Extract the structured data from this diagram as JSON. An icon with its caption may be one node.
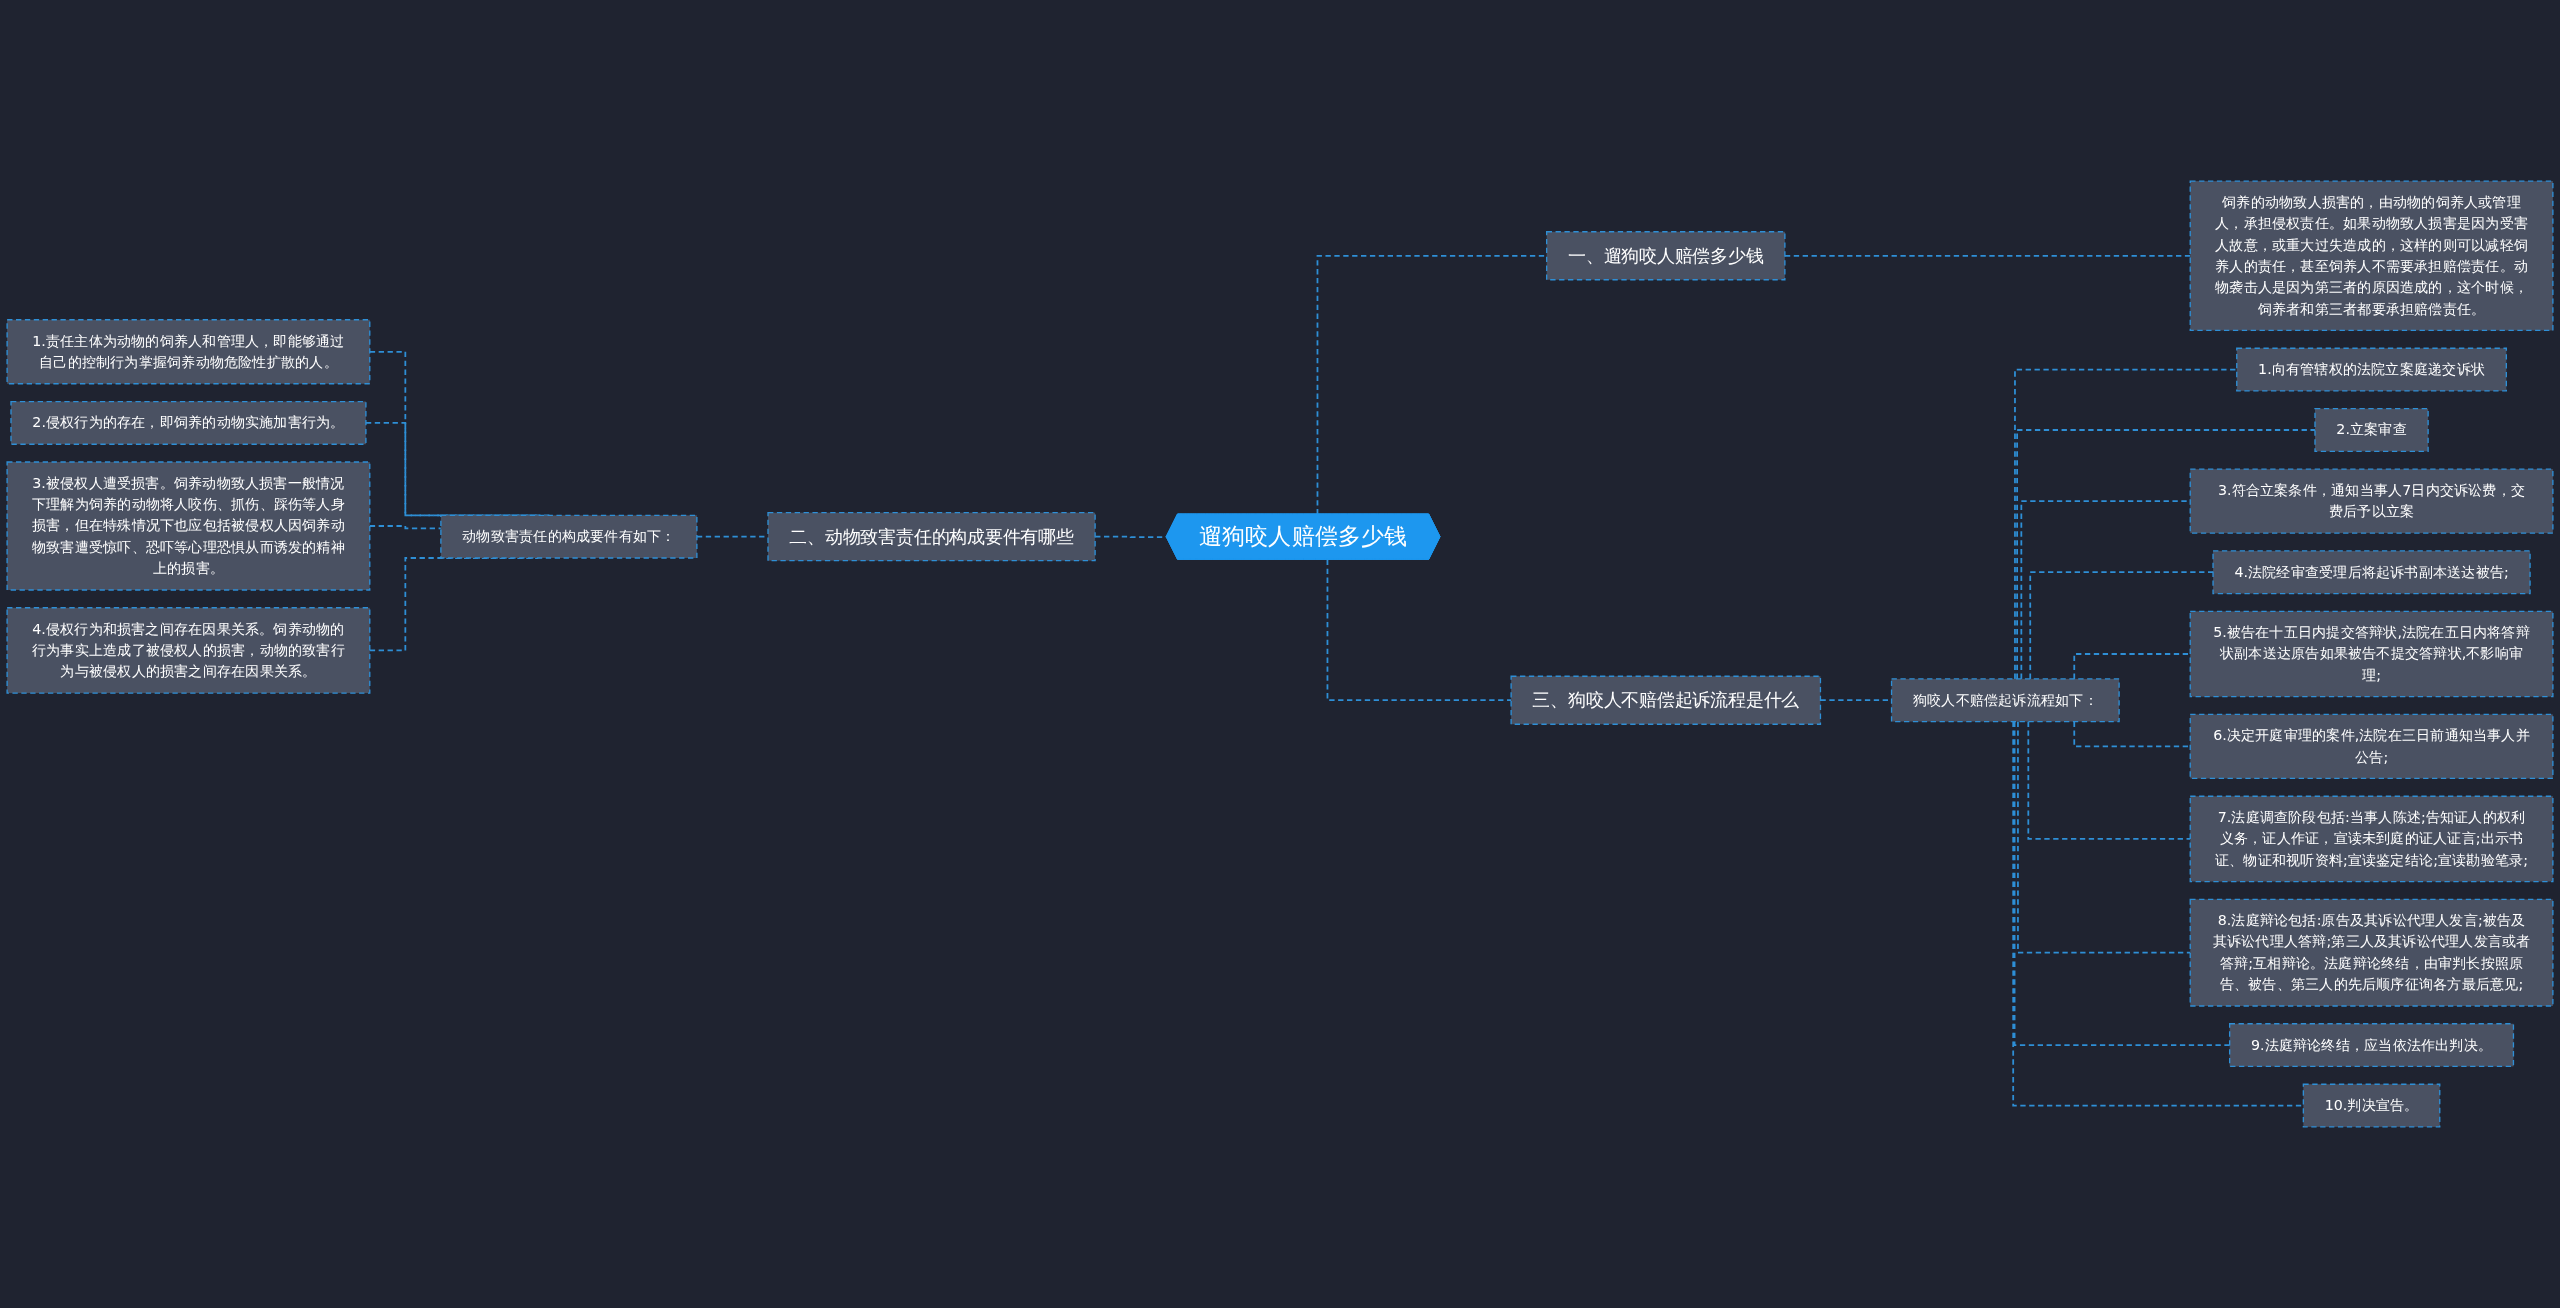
{
  "diagram": {
    "nodes": [
      {
        "text": [
          "遛狗咬人赔偿多少钱"
        ]
      },
      {
        "text": [
          "一、遛狗咬人赔偿多少钱"
        ]
      },
      {
        "text": [
          "饲养的动物致人损害的，由动物的饲养人或管理人，承担侵权责任。如果动物致人损害是因为受害人故意，或重大过失造成的，这样的则可以减轻饲养人的责任，甚至饲养人不需要承担赔偿责任。动物袭击人是因为第三者的原因造成的，这个时候，饲养者和第三者都要承担赔偿责任。"
        ]
      },
      {
        "text": [
          "二、动物致害责任的构成要件有哪些"
        ]
      },
      {
        "text": [
          "动物致害责任的构成要件有如下："
        ]
      },
      {
        "text": [
          "1.责任主体为动物的饲养人和管理人，即能够通过自己的控制行为掌握饲养动物危险性扩散的人。"
        ]
      },
      {
        "text": [
          "2.侵权行为的存在，即饲养的动物实施加害行为。"
        ]
      },
      {
        "text": [
          "3.被侵权人遭受损害。饲养动物致人损害一般情况下理解为饲养的动物将人咬伤、抓伤、踩伤等人身损害，但在特殊情况下也应包括被侵权人因饲养动物致害遭受惊吓、恐吓等心理恐惧从而诱发的精神上的损害。"
        ]
      },
      {
        "text": [
          "4.侵权行为和损害之间存在因果关系。饲养动物的行为事实上造成了被侵权人的损害，动物的致害行为与被侵权人的损害之间存在因果关系。"
        ]
      },
      {
        "text": [
          "三、狗咬人不赔偿起诉流程是什么"
        ]
      },
      {
        "text": [
          "狗咬人不赔偿起诉流程如下："
        ]
      },
      {
        "text": [
          "1.向有管辖权的法院立案庭递交诉状"
        ]
      },
      {
        "text": [
          "2.立案审查"
        ]
      },
      {
        "text": [
          "3.符合立案条件，通知当事人7日内交诉讼费，交费后予以立案"
        ]
      },
      {
        "text": [
          "4.法院经审查受理后将起诉书副本送达被告;"
        ]
      },
      {
        "text": [
          "5.被告在十五日内提交答辩状,法院在五日内将答辩状副本送达原告如果被告不提交答辩状,不影响审理;"
        ]
      },
      {
        "text": [
          "6.决定开庭审理的案件,法院在三日前通知当事人并公告;"
        ]
      },
      {
        "text": [
          "7.法庭调查阶段包括:当事人陈述;告知证人的权利义务，证人作证，宣读未到庭的证人证言;出示书证、物证和视听资料;宣读鉴定结论;宣读勘验笔录;"
        ]
      },
      {
        "text": [
          "8.法庭辩论包括:原告及其诉讼代理人发言;被告及其诉讼代理人答辩;第三人及其诉讼代理人发言或者答辩;互相辩论。法庭辩论终结，由审判长按照原告、被告、第三人的先后顺序征询各方最后意见;"
        ]
      },
      {
        "text": [
          "9.法庭辩论终结，应当依法作出判决。"
        ]
      },
      {
        "text": [
          "10.判决宣告。"
        ]
      }
    ],
    "edges": [
      {
        "from": 0,
        "to": 1,
        "arrow": "none"
      },
      {
        "from": 1,
        "to": 2,
        "arrow": "none"
      },
      {
        "from": 0,
        "to": 3,
        "arrow": "none"
      },
      {
        "from": 3,
        "to": 4,
        "arrow": "none"
      },
      {
        "from": 4,
        "to": 5,
        "arrow": "none"
      },
      {
        "from": 4,
        "to": 6,
        "arrow": "none"
      },
      {
        "from": 4,
        "to": 7,
        "arrow": "none"
      },
      {
        "from": 4,
        "to": 8,
        "arrow": "none"
      },
      {
        "from": 0,
        "to": 9,
        "arrow": "none"
      },
      {
        "from": 9,
        "to": 10,
        "arrow": "none"
      },
      {
        "from": 10,
        "to": 11,
        "arrow": "none"
      },
      {
        "from": 10,
        "to": 12,
        "arrow": "none"
      },
      {
        "from": 10,
        "to": 13,
        "arrow": "none"
      },
      {
        "from": 10,
        "to": 14,
        "arrow": "none"
      },
      {
        "from": 10,
        "to": 15,
        "arrow": "none"
      },
      {
        "from": 10,
        "to": 16,
        "arrow": "none"
      },
      {
        "from": 10,
        "to": 17,
        "arrow": "none"
      },
      {
        "from": 10,
        "to": 18,
        "arrow": "none"
      },
      {
        "from": 10,
        "to": 19,
        "arrow": "none"
      },
      {
        "from": 10,
        "to": 20,
        "arrow": "none"
      }
    ]
  }
}
